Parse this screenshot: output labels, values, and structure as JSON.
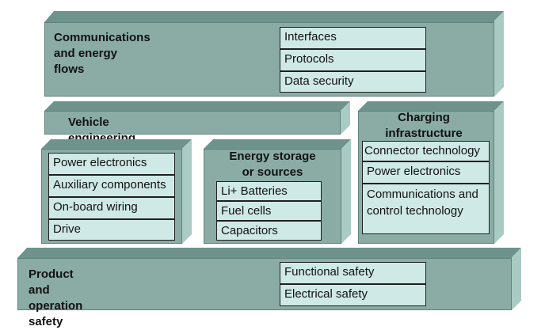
{
  "communications": {
    "title": "Communications\nand energy flows",
    "items": [
      "Interfaces",
      "Protocols",
      "Data security"
    ]
  },
  "vehicle": {
    "title": "Vehicle engineering",
    "items": [
      "Power electronics",
      "Auxiliary components",
      "On-board wiring",
      "Drive"
    ]
  },
  "energy": {
    "title": "Energy storage\nor sources",
    "items": [
      "Li+ Batteries",
      "Fuel cells",
      "Capacitors"
    ]
  },
  "charging": {
    "title": "Charging\ninfrastructure",
    "items": [
      "Connector technology",
      "Power electronics",
      "Communications and control technology"
    ]
  },
  "safety": {
    "title": "Product and\noperation safety",
    "items": [
      "Functional safety",
      "Electrical safety"
    ]
  }
}
